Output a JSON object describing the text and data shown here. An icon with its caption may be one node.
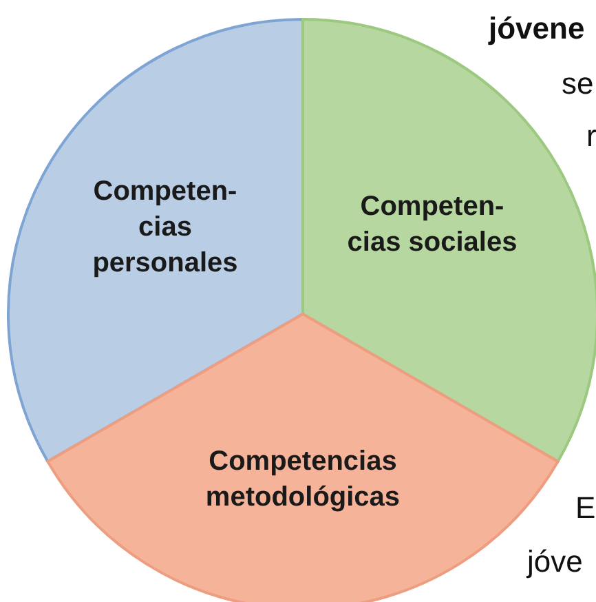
{
  "diagram": {
    "nodes": [
      {
        "text": [
          "Competen-cias personales"
        ]
      },
      {
        "text": [
          "Competen-cias sociales"
        ]
      },
      {
        "text": [
          "Competencias metodológicas"
        ]
      }
    ],
    "labels": [
      "jóvene",
      "se",
      "r",
      "E",
      "jóve"
    ]
  }
}
